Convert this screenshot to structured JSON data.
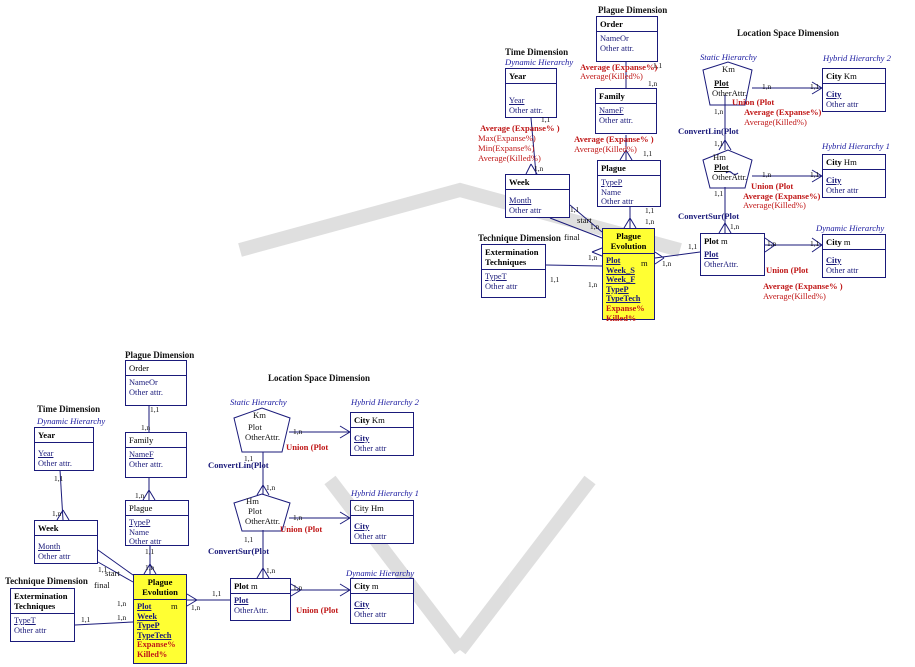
{
  "dims": {
    "plague": "Plague Dimension",
    "time": "Time Dimension",
    "location": "Location Space Dimension",
    "technique": "Technique Dimension"
  },
  "hierarchies": {
    "dynamic": "Dynamic Hierarchy",
    "static": "Static Hierarchy",
    "hybrid2": "Hybrid Hierarchy 2",
    "hybrid1": "Hybrid Hierarchy 1"
  },
  "entities": {
    "order": {
      "name": "Order",
      "a1": "NameOr",
      "a2": "Other attr."
    },
    "family": {
      "name": "Family",
      "a1": "NameF",
      "a2": "Other attr."
    },
    "plague": {
      "name": "Plague",
      "a1": "TypeP",
      "a2": "Name",
      "a3": "Other attr"
    },
    "year": {
      "name": "Year",
      "a1": "Year",
      "a2": "Other attr."
    },
    "week": {
      "name": "Week",
      "a1": "Month",
      "a2": "Other attr"
    },
    "extermination": {
      "name": "Extermination Techniques",
      "a1": "TypeT",
      "a2": "Other attr"
    },
    "fact": {
      "name": "Plague Evolution",
      "k1": "Plot",
      "k1m": "m",
      "k2": "Week_S",
      "k3": "Week_F",
      "k3b": "Week",
      "k4": "TypeP",
      "k5": "TypeTech",
      "m1": "Expanse%",
      "m2": "Killed%"
    },
    "plot_static": {
      "name": "Km",
      "a1": "Plot",
      "a2": "OtherAttr."
    },
    "plot_hybrid": {
      "name": "Hm",
      "a1": "Plot",
      "a2": "OtherAttr."
    },
    "plot": {
      "name": "Plot",
      "m": "m",
      "a1": "Plot",
      "a2": "OtherAttr."
    },
    "city_km": {
      "name": "City",
      "geo": "Km",
      "a1": "City",
      "a2": "Other attr"
    },
    "city_hm": {
      "name": "City",
      "geo": "Hm",
      "a1": "City",
      "a2": "Other attr"
    },
    "city_m": {
      "name": "City",
      "geo": "m",
      "a1": "City",
      "a2": "Other attr"
    }
  },
  "labels": {
    "avg_expanse": "Average (Expanse%)",
    "avg_expanse_f": "Average (Expanse% )",
    "avg_killed": "Average(Killed%)",
    "max_expanse": "Max(Expanse%)",
    "min_expanse": "Min(Expanse%)",
    "union_plot": "Union (Plot",
    "convert_lin": "ConvertLin(Plot",
    "convert_sur": "ConvertSur(Plot",
    "start": "start",
    "final": "final"
  },
  "cards": {
    "c11": "1,1",
    "c1n": "1,n",
    "c1nb": "1.n"
  },
  "colors": {
    "fact": "#ffff33",
    "measure": "#c01818",
    "hierarchy": "#1a1aa0",
    "line": "#1a1a7a"
  }
}
